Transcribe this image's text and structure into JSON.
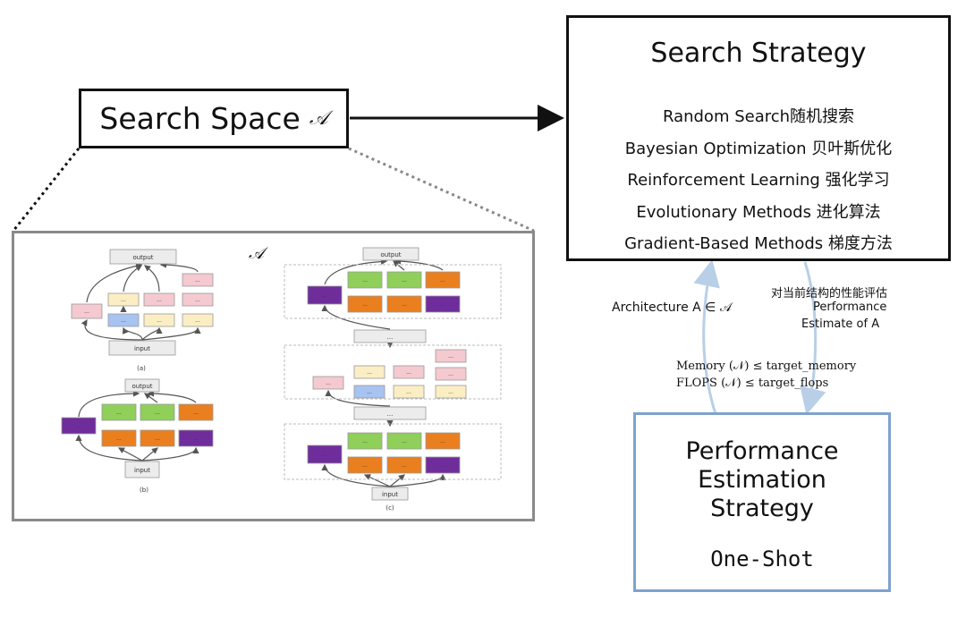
{
  "search_space": {
    "label": "Search Space",
    "symbol": "𝒜"
  },
  "search_strategy": {
    "title": "Search Strategy",
    "methods": [
      "Random Search随机搜索",
      "Bayesian Optimization 贝叶斯优化",
      "Reinforcement Learning 强化学习",
      "Evolutionary Methods 进化算法",
      "Gradient-Based Methods 梯度方法"
    ]
  },
  "performance_estimation": {
    "title_lines": [
      "Performance",
      "Estimation",
      "Strategy"
    ],
    "subtitle": "One-Shot"
  },
  "labels": {
    "architecture": "Architecture A ∈ 𝒜",
    "estimate_zh": "对当前结构的性能评估",
    "estimate_en_1": "Performance",
    "estimate_en_2": "Estimate of A",
    "constraint_memory": "Memory (𝒩) ≤ target_memory",
    "constraint_flops": "FLOPS (𝒩) ≤ target_flops"
  },
  "figure": {
    "symbol": "𝒜",
    "panel_a": {
      "top": "output",
      "bottom": "input",
      "caption": "(a)"
    },
    "panel_b": {
      "top": "output",
      "bottom": "input",
      "caption": "(b)"
    },
    "panel_c": {
      "top": "output",
      "middle": "...",
      "bottom": "input",
      "caption": "(c)"
    },
    "cell_text": "..."
  },
  "colors": {
    "pink": "#f4c9cf",
    "yellow": "#fbeec4",
    "blue": "#a7c3f2",
    "green": "#8fcf5a",
    "orange": "#ea7f1f",
    "purple": "#6f2d9c",
    "grey": "#ececec",
    "arrow_blue": "#b9cfe8"
  }
}
